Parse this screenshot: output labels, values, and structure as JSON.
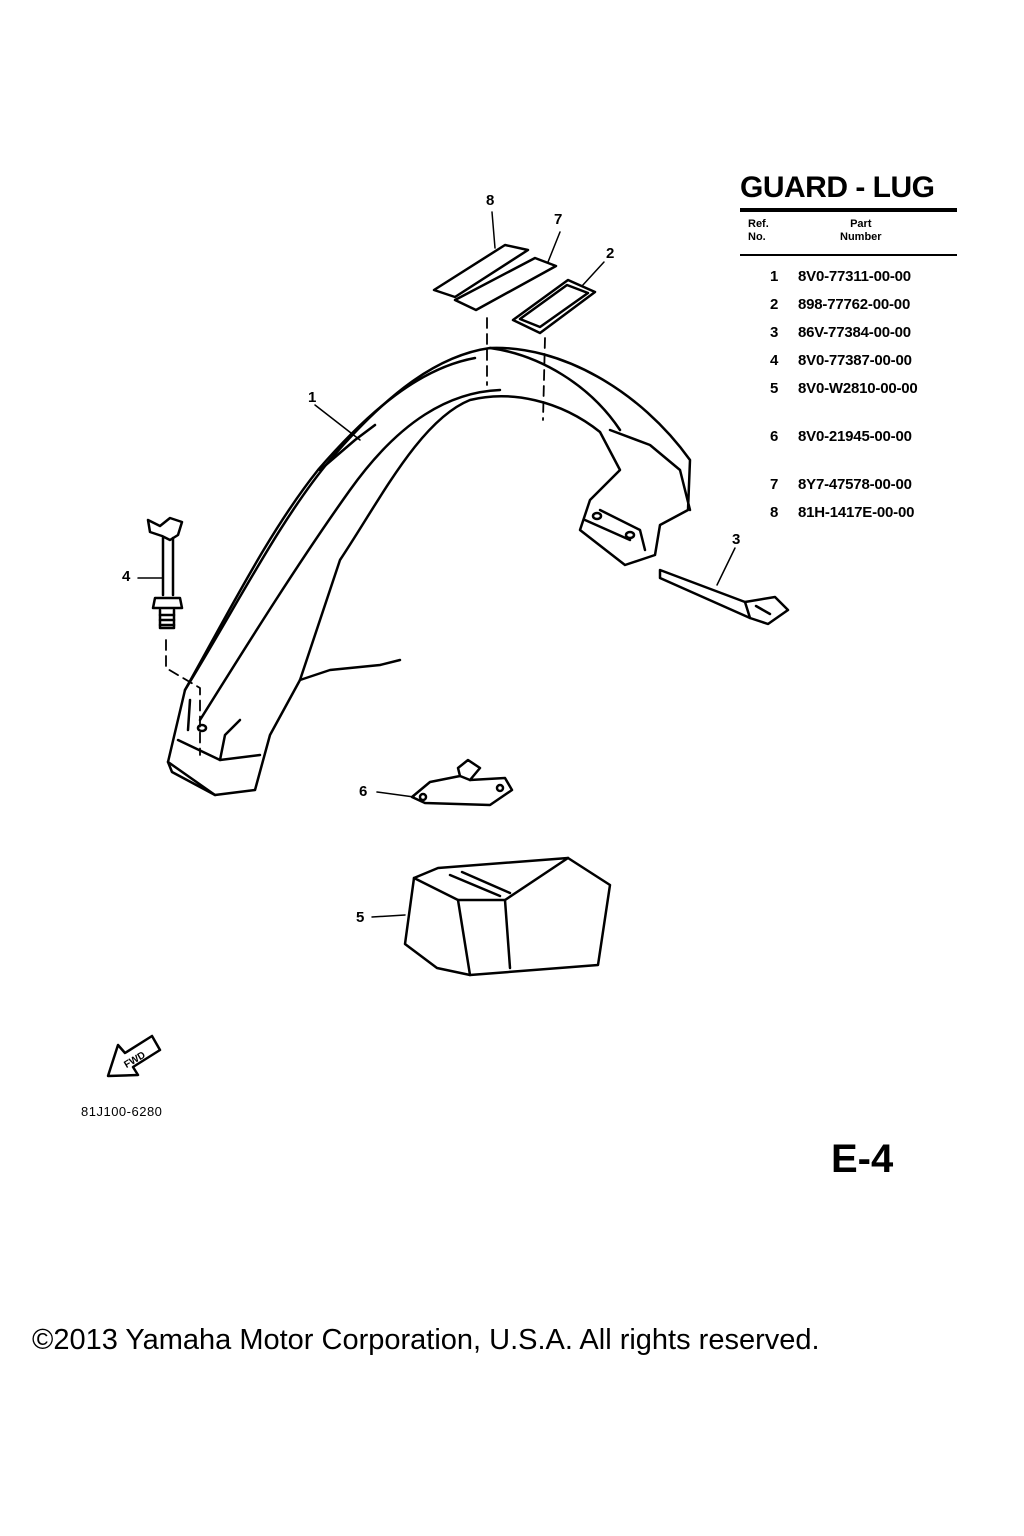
{
  "title": "GUARD - LUG",
  "table": {
    "header_ref": [
      "Ref.",
      "No."
    ],
    "header_part": [
      "Part",
      "Number"
    ],
    "rows": [
      {
        "ref": "1",
        "part": "8V0-77311-00-00"
      },
      {
        "ref": "2",
        "part": "898-77762-00-00"
      },
      {
        "ref": "3",
        "part": "86V-77384-00-00"
      },
      {
        "ref": "4",
        "part": "8V0-77387-00-00"
      },
      {
        "ref": "5",
        "part": "8V0-W2810-00-00"
      },
      {
        "ref": "6",
        "part": "8V0-21945-00-00"
      },
      {
        "ref": "7",
        "part": "8Y7-47578-00-00"
      },
      {
        "ref": "8",
        "part": "81H-1417E-00-00"
      }
    ]
  },
  "callouts": {
    "c1": "1",
    "c2": "2",
    "c3": "3",
    "c4": "4",
    "c5": "5",
    "c6": "6",
    "c7": "7",
    "c8": "8"
  },
  "fwd_label": "FWD",
  "drawing_number": "81J100-6280",
  "page_number": "E-4",
  "copyright": "©2013 Yamaha Motor Corporation, U.S.A. All rights reserved."
}
